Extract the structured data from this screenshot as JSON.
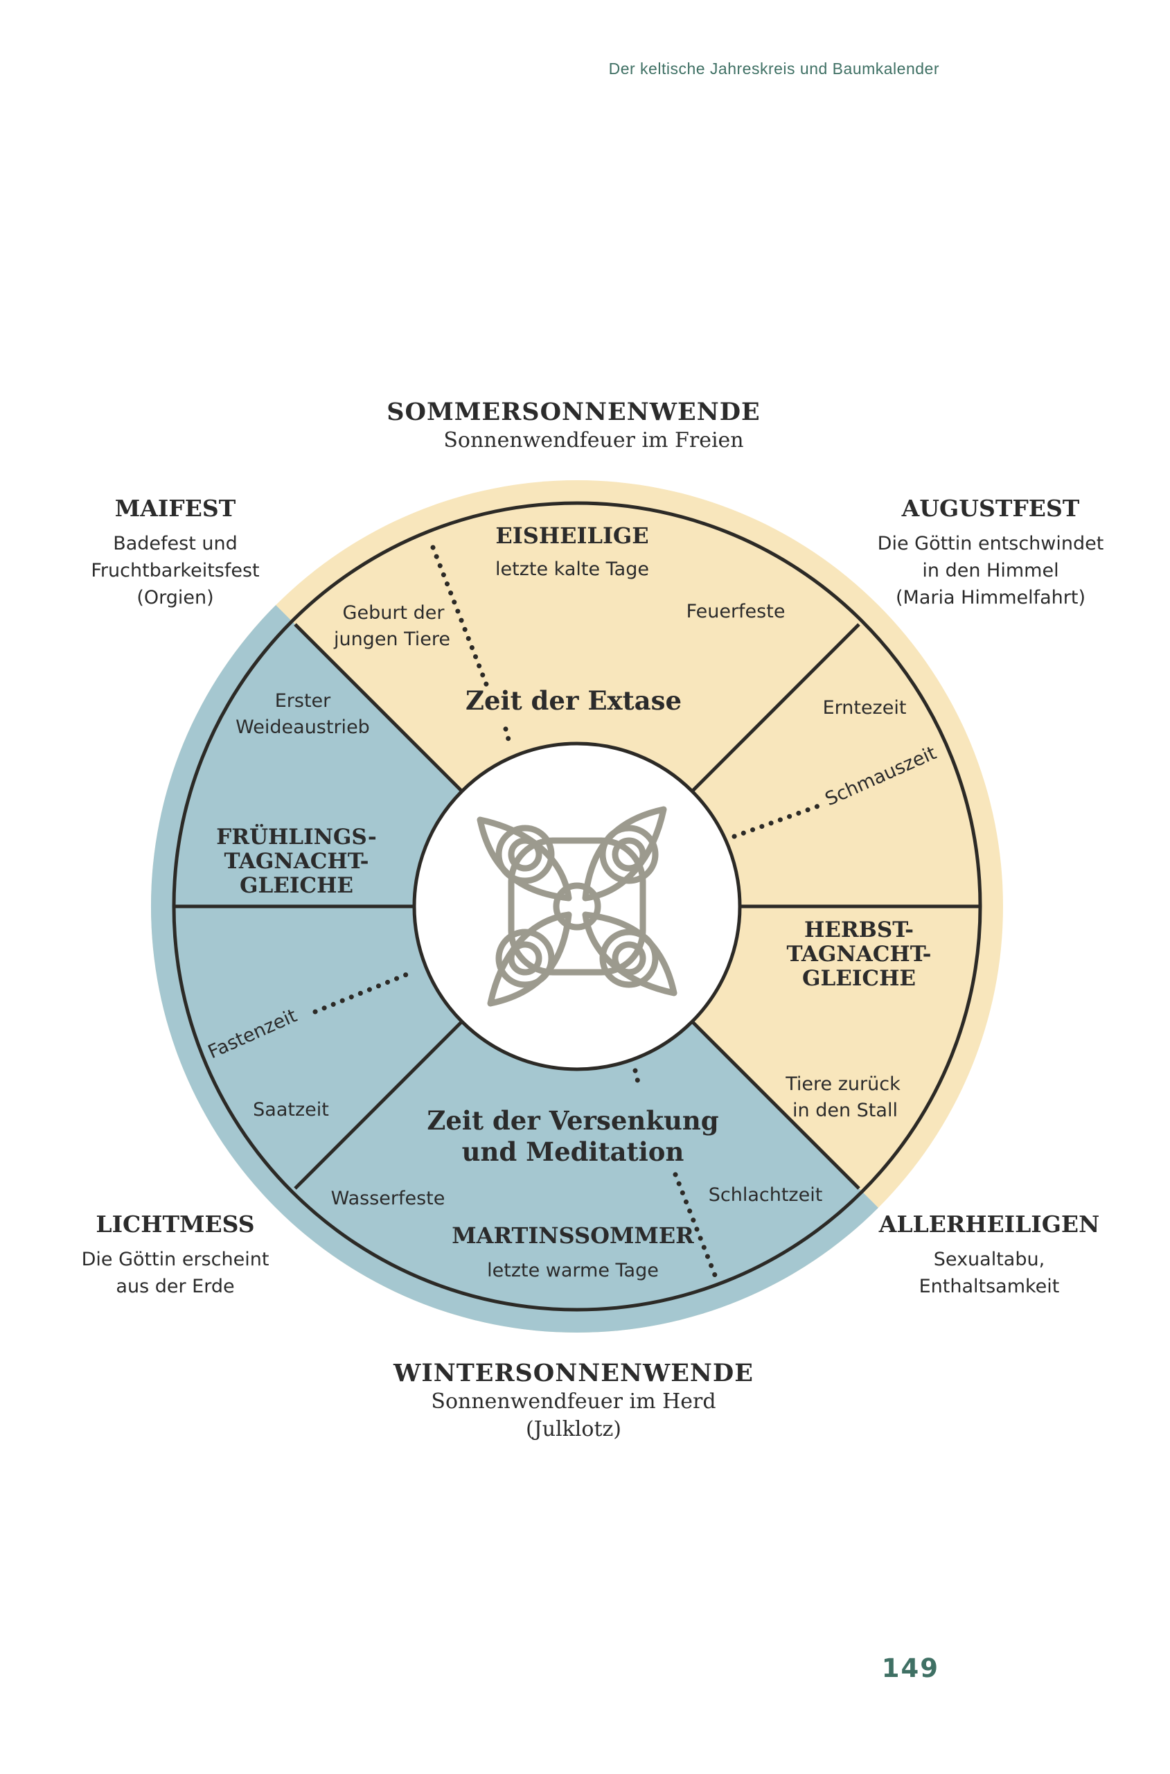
{
  "header": {
    "running_title": "Der keltische Jahreskreis und Baumkalender"
  },
  "page_number": "149",
  "colors": {
    "summer_half": "#f8e6bc",
    "winter_half": "#a5c7d0",
    "lines": "#2c2a26",
    "header_text": "#3f7064",
    "knot": "#9c9a8e"
  },
  "festivals": {
    "sommersonnenwende": {
      "title": "SOMMERSONNENWENDE",
      "lines": [
        "Sonnenwendfeuer im Freien"
      ]
    },
    "maifest": {
      "title": "MAIFEST",
      "lines": [
        "Badefest und",
        "Fruchtbarkeitsfest",
        "(Orgien)"
      ]
    },
    "augustfest": {
      "title": "AUGUSTFEST",
      "lines": [
        "Die Göttin entschwindet",
        "in den Himmel",
        "(Maria Himmelfahrt)"
      ]
    },
    "lichtmess": {
      "title": "LICHTMESS",
      "lines": [
        "Die Göttin erscheint",
        "aus der Erde"
      ]
    },
    "allerheiligen": {
      "title": "ALLERHEILIGEN",
      "lines": [
        "Sexualtabu,",
        "Enthaltsamkeit"
      ]
    },
    "wintersonnenwende": {
      "title": "WINTERSONNENWENDE",
      "lines": [
        "Sonnenwendfeuer im Herd",
        "(Julklotz)"
      ]
    }
  },
  "segments": {
    "eisheilige": {
      "title": "EISHEILIGE",
      "sub": "letzte kalte Tage"
    },
    "martinssommer": {
      "title": "MARTINSSOMMER",
      "sub": "letzte warme Tage"
    },
    "fruehling": {
      "lines": [
        "FRÜHLINGS-",
        "TAGNACHT-",
        "GLEICHE"
      ]
    },
    "herbst": {
      "lines": [
        "HERBST-",
        "TAGNACHT-",
        "GLEICHE"
      ]
    }
  },
  "periods": {
    "extase": {
      "lines": [
        "Zeit der Extase"
      ]
    },
    "versenkung": {
      "lines": [
        "Zeit der Versenkung",
        "und Meditation"
      ]
    }
  },
  "notes": {
    "geburt": {
      "lines": [
        "Geburt der",
        "jungen Tiere"
      ]
    },
    "feuerfeste": {
      "lines": [
        "Feuerfeste"
      ]
    },
    "erster_weideaustrieb": {
      "lines": [
        "Erster",
        "Weideaustrieb"
      ]
    },
    "erntezeit": {
      "lines": [
        "Erntezeit"
      ]
    },
    "schmauszeit": {
      "lines": [
        "Schmauszeit"
      ]
    },
    "fastenzeit": {
      "lines": [
        "Fastenzeit"
      ]
    },
    "saatzeit": {
      "lines": [
        "Saatzeit"
      ]
    },
    "tiere_zurueck": {
      "lines": [
        "Tiere zurück",
        "in den Stall"
      ]
    },
    "wasserfeste": {
      "lines": [
        "Wasserfeste"
      ]
    },
    "schlachtzeit": {
      "lines": [
        "Schlachtzeit"
      ]
    }
  }
}
